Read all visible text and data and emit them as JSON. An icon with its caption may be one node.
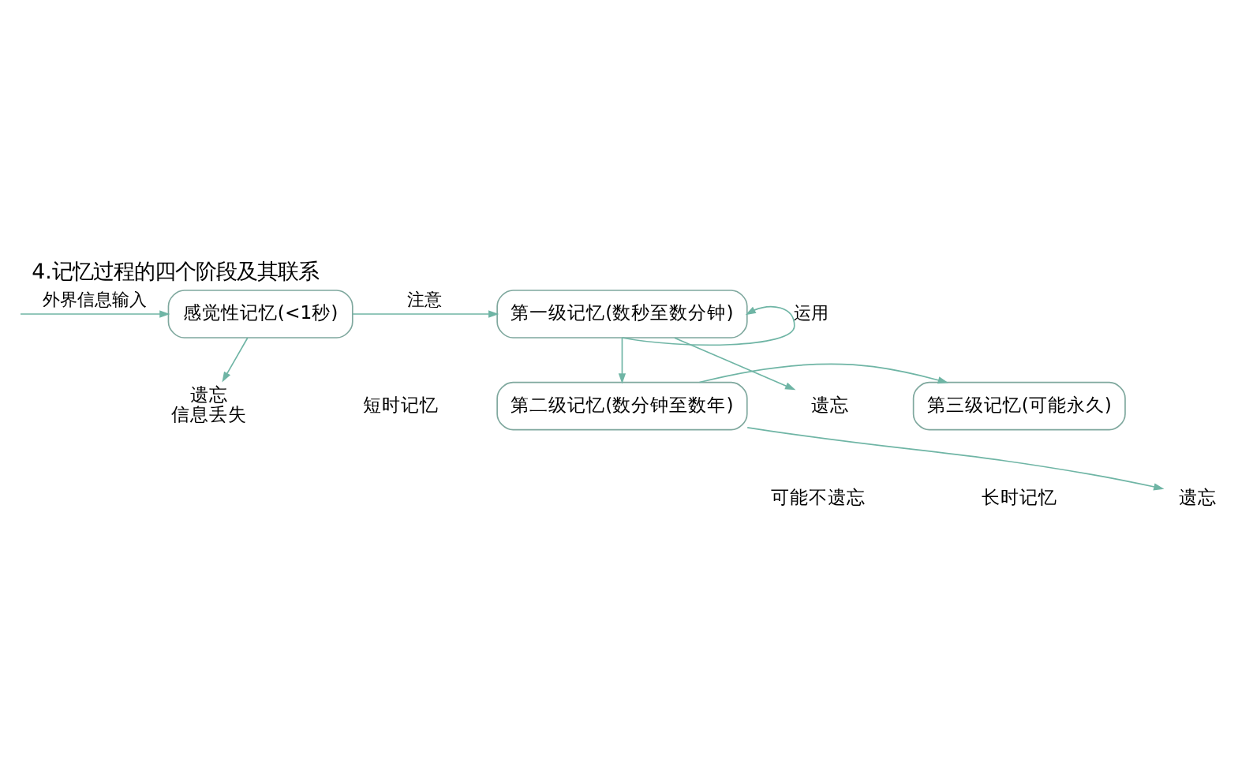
{
  "diagram": {
    "title": "4.记忆过程的四个阶段及其联系",
    "nodes": [
      {
        "text": [
          "感觉性记忆(<1秒)"
        ]
      },
      {
        "text": [
          "第一级记忆(数秒至数分钟)"
        ]
      },
      {
        "text": [
          "第二级记忆(数分钟至数年)"
        ]
      },
      {
        "text": [
          "第三级记忆(可能永久)"
        ]
      },
      {
        "text": [
          "遗忘",
          "信息丢失"
        ]
      },
      {
        "text": [
          "遗忘"
        ]
      },
      {
        "text": [
          "遗忘"
        ]
      }
    ],
    "edges": [
      {
        "from": null,
        "to": 0,
        "arrow": "to",
        "label": "外界信息输入"
      },
      {
        "from": 0,
        "to": 4,
        "arrow": "to"
      },
      {
        "from": 0,
        "to": 1,
        "arrow": "to",
        "label": "注意"
      },
      {
        "from": 1,
        "to": 5,
        "arrow": "to"
      },
      {
        "from": 1,
        "to": 2,
        "arrow": "to"
      },
      {
        "from": 1,
        "to": 1,
        "arrow": "to",
        "label": "运用"
      },
      {
        "from": 2,
        "to": 3,
        "arrow": "to"
      },
      {
        "from": 2,
        "to": 6,
        "arrow": "to"
      }
    ],
    "labels": [
      "短时记忆",
      "可能不遗忘",
      "长时记忆"
    ]
  }
}
